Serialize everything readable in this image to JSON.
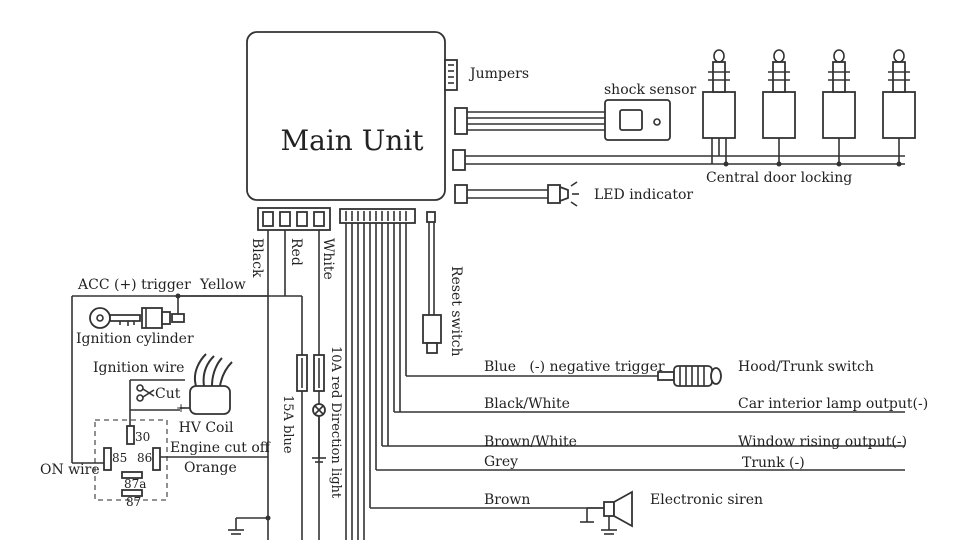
{
  "main_unit": "Main Unit",
  "labels": {
    "jumpers": "Jumpers",
    "shock_sensor": "shock sensor",
    "central_door_locking": "Central door locking",
    "led_indicator": "LED indicator",
    "black": "Black",
    "red": "Red",
    "white": "White",
    "reset_switch": "Reset switch",
    "acc_trigger": "ACC (+) trigger",
    "yellow": "Yellow",
    "ignition_cylinder": "Ignition cylinder",
    "ignition_wire": "Ignition wire",
    "cut": "Cut",
    "hv_coil": "HV Coil",
    "engine_cut_off": "Engine cut off",
    "orange": "Orange",
    "on_wire": "ON wire",
    "fuse_15a": "15A blue",
    "fuse_10a": "10A red Direction light",
    "relay_30": "30",
    "relay_85": "85",
    "relay_86": "86",
    "relay_87a": "87a",
    "relay_87": "87"
  },
  "outputs": [
    {
      "wire": "Blue   (-) negative trigger",
      "target": "Hood/Trunk switch"
    },
    {
      "wire": "Black/White",
      "target": "Car interior lamp output(-)"
    },
    {
      "wire": "Brown/White",
      "target": "Window rising output(-)"
    },
    {
      "wire": "Grey",
      "target": "Trunk (-)"
    },
    {
      "wire": "Brown",
      "target": "Electronic siren"
    }
  ]
}
